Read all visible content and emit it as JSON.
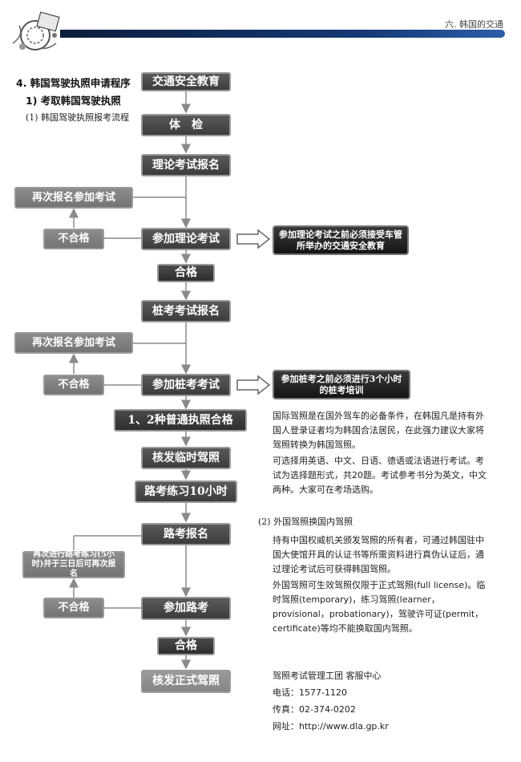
{
  "header": {
    "chapter_title": "六. 韩国的交通"
  },
  "headings": {
    "section": "4. 韩国驾驶执照申请程序",
    "subsection": "1) 考取韩国驾驶执照",
    "subsub": "(1) 韩国驾驶执照报考流程"
  },
  "flow": {
    "traffic_edu": "交通安全教育",
    "physical": "体　检",
    "theory_reg": "理论考试报名",
    "retake1": "再次报名参加考试",
    "fail1": "不合格",
    "theory_exam": "参加理论考试",
    "note1": "参加理论考试之前必须接受车管所举办的交通安全教育",
    "pass1": "合格",
    "pile_reg": "桩考考试报名",
    "retake2": "再次报名参加考试",
    "fail2": "不合格",
    "pile_exam": "参加桩考考试",
    "note2": "参加桩考之前必须进行3个小时的桩考培训",
    "pass_type": "1、2种普通执照合格",
    "temp_license": "核发临时驾照",
    "road_practice": "路考练习10小时",
    "road_reg": "路考报名",
    "retake3": "再次进行路考练习(5小时)并于三日后可再次报名",
    "fail3": "不合格",
    "road_exam": "参加路考",
    "pass3": "合格",
    "formal_license": "核发正式驾照"
  },
  "text": {
    "intl_p1": "国际驾照是在国外驾车的必备条件，在韩国凡是持有外国人登录证者均为韩国合法居民，在此强力建议大家将驾照转换为韩国驾照。",
    "intl_p2": "可选择用英语、中文、日语、德语或法语进行考试。考试为选择题形式，共20题。考试参考书分为英文，中文两种。大家可在考场选购。",
    "foreign_heading": "(2) 外国驾照换国内驾照",
    "foreign_p1": "持有中国权威机关颁发驾照的所有者，可通过韩国驻中国大使馆开具的认证书等所需资料进行真伪认证后，通过理论考试后可获得韩国驾照。",
    "foreign_p2": "外国驾照可生效驾照仅限于正式驾照(full license)。临时驾照(temporary)，练习驾照(learner，provisional，probationary)，驾驶许可证(permit，certificate)等均不能换取国内驾照。",
    "contact_org": "驾照考试管理工团 客服中心",
    "phone": "电话：1577-1120",
    "fax": "传真：02-374-0202",
    "web": "网址：http://www.dla.gp.kr"
  }
}
